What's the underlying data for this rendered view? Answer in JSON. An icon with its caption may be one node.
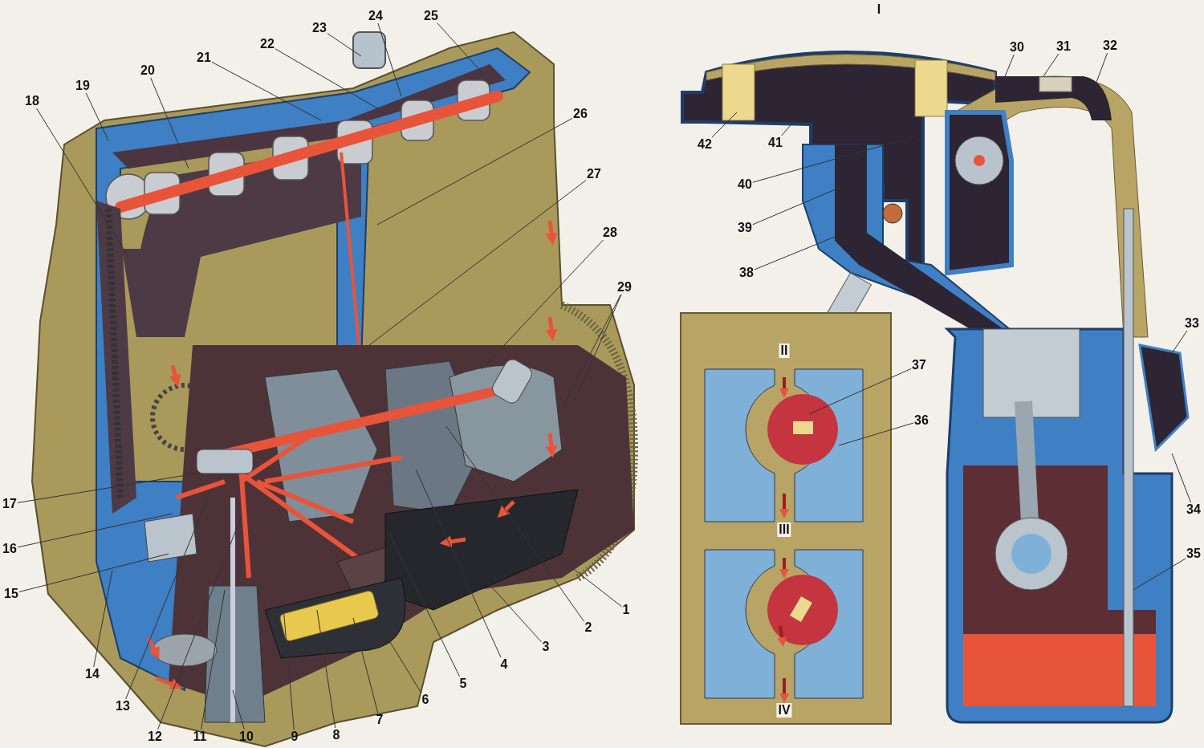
{
  "diagram": {
    "nodes": [
      {
        "text": [
          "1"
        ]
      },
      {
        "text": [
          "2"
        ]
      },
      {
        "text": [
          "3"
        ]
      },
      {
        "text": [
          "4"
        ]
      },
      {
        "text": [
          "5"
        ]
      },
      {
        "text": [
          "6"
        ]
      },
      {
        "text": [
          "7"
        ]
      },
      {
        "text": [
          "8"
        ]
      },
      {
        "text": [
          "9"
        ]
      },
      {
        "text": [
          "10"
        ]
      },
      {
        "text": [
          "11"
        ]
      },
      {
        "text": [
          "12"
        ]
      },
      {
        "text": [
          "13"
        ]
      },
      {
        "text": [
          "14"
        ]
      },
      {
        "text": [
          "15"
        ]
      },
      {
        "text": [
          "16"
        ]
      },
      {
        "text": [
          "17"
        ]
      },
      {
        "text": [
          "18"
        ]
      },
      {
        "text": [
          "19"
        ]
      },
      {
        "text": [
          "20"
        ]
      },
      {
        "text": [
          "21"
        ]
      },
      {
        "text": [
          "22"
        ]
      },
      {
        "text": [
          "23"
        ]
      },
      {
        "text": [
          "24"
        ]
      },
      {
        "text": [
          "25"
        ]
      },
      {
        "text": [
          "26"
        ]
      },
      {
        "text": [
          "27"
        ]
      },
      {
        "text": [
          "28"
        ]
      },
      {
        "text": [
          "29"
        ]
      },
      {
        "text": [
          "30"
        ]
      },
      {
        "text": [
          "31"
        ]
      },
      {
        "text": [
          "32"
        ]
      },
      {
        "text": [
          "33"
        ]
      },
      {
        "text": [
          "34"
        ]
      },
      {
        "text": [
          "35"
        ]
      },
      {
        "text": [
          "36"
        ]
      },
      {
        "text": [
          "37"
        ]
      },
      {
        "text": [
          "38"
        ]
      },
      {
        "text": [
          "39"
        ]
      },
      {
        "text": [
          "40"
        ]
      },
      {
        "text": [
          "41"
        ]
      },
      {
        "text": [
          "42"
        ]
      }
    ],
    "edges": [
      {
        "from": 0,
        "to": null,
        "arrow": "none"
      },
      {
        "from": 1,
        "to": null,
        "arrow": "none"
      },
      {
        "from": 2,
        "to": null,
        "arrow": "none"
      },
      {
        "from": 3,
        "to": null,
        "arrow": "none"
      },
      {
        "from": 4,
        "to": null,
        "arrow": "none"
      },
      {
        "from": 5,
        "to": null,
        "arrow": "none"
      },
      {
        "from": 6,
        "to": null,
        "arrow": "none"
      },
      {
        "from": 7,
        "to": null,
        "arrow": "none"
      },
      {
        "from": 8,
        "to": null,
        "arrow": "none"
      },
      {
        "from": 9,
        "to": null,
        "arrow": "none"
      },
      {
        "from": 10,
        "to": null,
        "arrow": "none"
      },
      {
        "from": 11,
        "to": null,
        "arrow": "none"
      },
      {
        "from": 12,
        "to": null,
        "arrow": "none"
      },
      {
        "from": 13,
        "to": null,
        "arrow": "none"
      },
      {
        "from": 14,
        "to": null,
        "arrow": "none"
      },
      {
        "from": 15,
        "to": null,
        "arrow": "none"
      },
      {
        "from": 16,
        "to": null,
        "arrow": "none"
      },
      {
        "from": 17,
        "to": null,
        "arrow": "none"
      },
      {
        "from": 18,
        "to": null,
        "arrow": "none"
      },
      {
        "from": 19,
        "to": null,
        "arrow": "none"
      },
      {
        "from": 20,
        "to": null,
        "arrow": "none"
      },
      {
        "from": 21,
        "to": null,
        "arrow": "none"
      },
      {
        "from": 22,
        "to": null,
        "arrow": "none"
      },
      {
        "from": 23,
        "to": null,
        "arrow": "none"
      },
      {
        "from": 24,
        "to": null,
        "arrow": "none"
      },
      {
        "from": 25,
        "to": null,
        "arrow": "none"
      },
      {
        "from": 26,
        "to": null,
        "arrow": "none"
      },
      {
        "from": 27,
        "to": null,
        "arrow": "none"
      },
      {
        "from": 28,
        "to": null,
        "arrow": "none"
      },
      {
        "from": 28,
        "to": null,
        "arrow": "none"
      },
      {
        "from": 29,
        "to": null,
        "arrow": "none"
      },
      {
        "from": 30,
        "to": null,
        "arrow": "none"
      },
      {
        "from": 31,
        "to": null,
        "arrow": "none"
      },
      {
        "from": 32,
        "to": null,
        "arrow": "none"
      },
      {
        "from": 33,
        "to": null,
        "arrow": "none"
      },
      {
        "from": 34,
        "to": null,
        "arrow": "none"
      },
      {
        "from": 35,
        "to": null,
        "arrow": "none"
      },
      {
        "from": 36,
        "to": null,
        "arrow": "none"
      },
      {
        "from": 37,
        "to": null,
        "arrow": "none"
      },
      {
        "from": 38,
        "to": null,
        "arrow": "none"
      },
      {
        "from": 39,
        "to": null,
        "arrow": "none"
      },
      {
        "from": 40,
        "to": null,
        "arrow": "none"
      },
      {
        "from": 41,
        "to": null,
        "arrow": "none"
      }
    ],
    "labels": [
      "I",
      "II",
      "III",
      "IV"
    ]
  }
}
